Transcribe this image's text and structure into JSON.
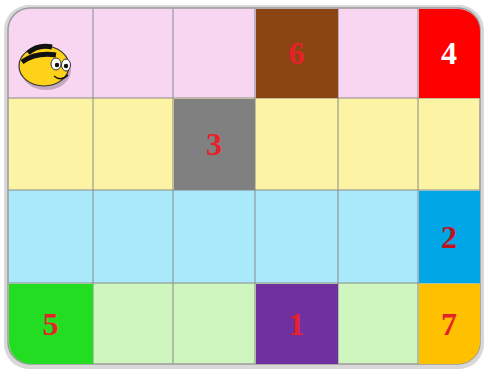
{
  "diagram": {
    "nodes": [
      {
        "text": [
          "6"
        ]
      },
      {
        "text": [
          "4"
        ]
      },
      {
        "text": [
          "3"
        ]
      },
      {
        "text": [
          "2"
        ]
      },
      {
        "text": [
          "5"
        ]
      },
      {
        "text": [
          "1"
        ]
      },
      {
        "text": [
          "7"
        ]
      }
    ]
  }
}
